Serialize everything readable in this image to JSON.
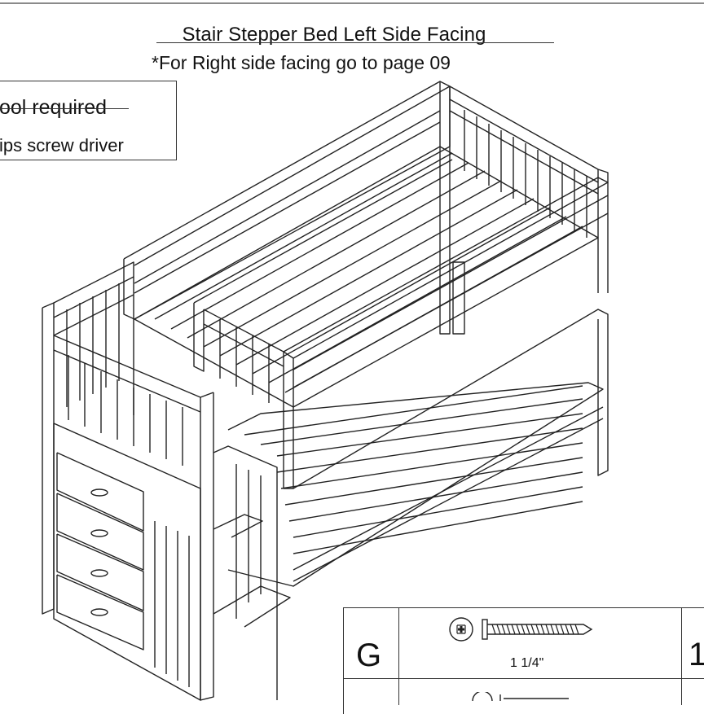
{
  "heading": {
    "title": "Stair Stepper Bed Left Side Facing",
    "subtitle": "*For Right side facing go to page 09"
  },
  "tools": {
    "title": "ool required",
    "item": "ips screw driver"
  },
  "hardware_table": {
    "rows": [
      {
        "letter": "G",
        "icon": "phillips-screw-icon",
        "size": "1 1/4\"",
        "qty": "1"
      }
    ]
  }
}
